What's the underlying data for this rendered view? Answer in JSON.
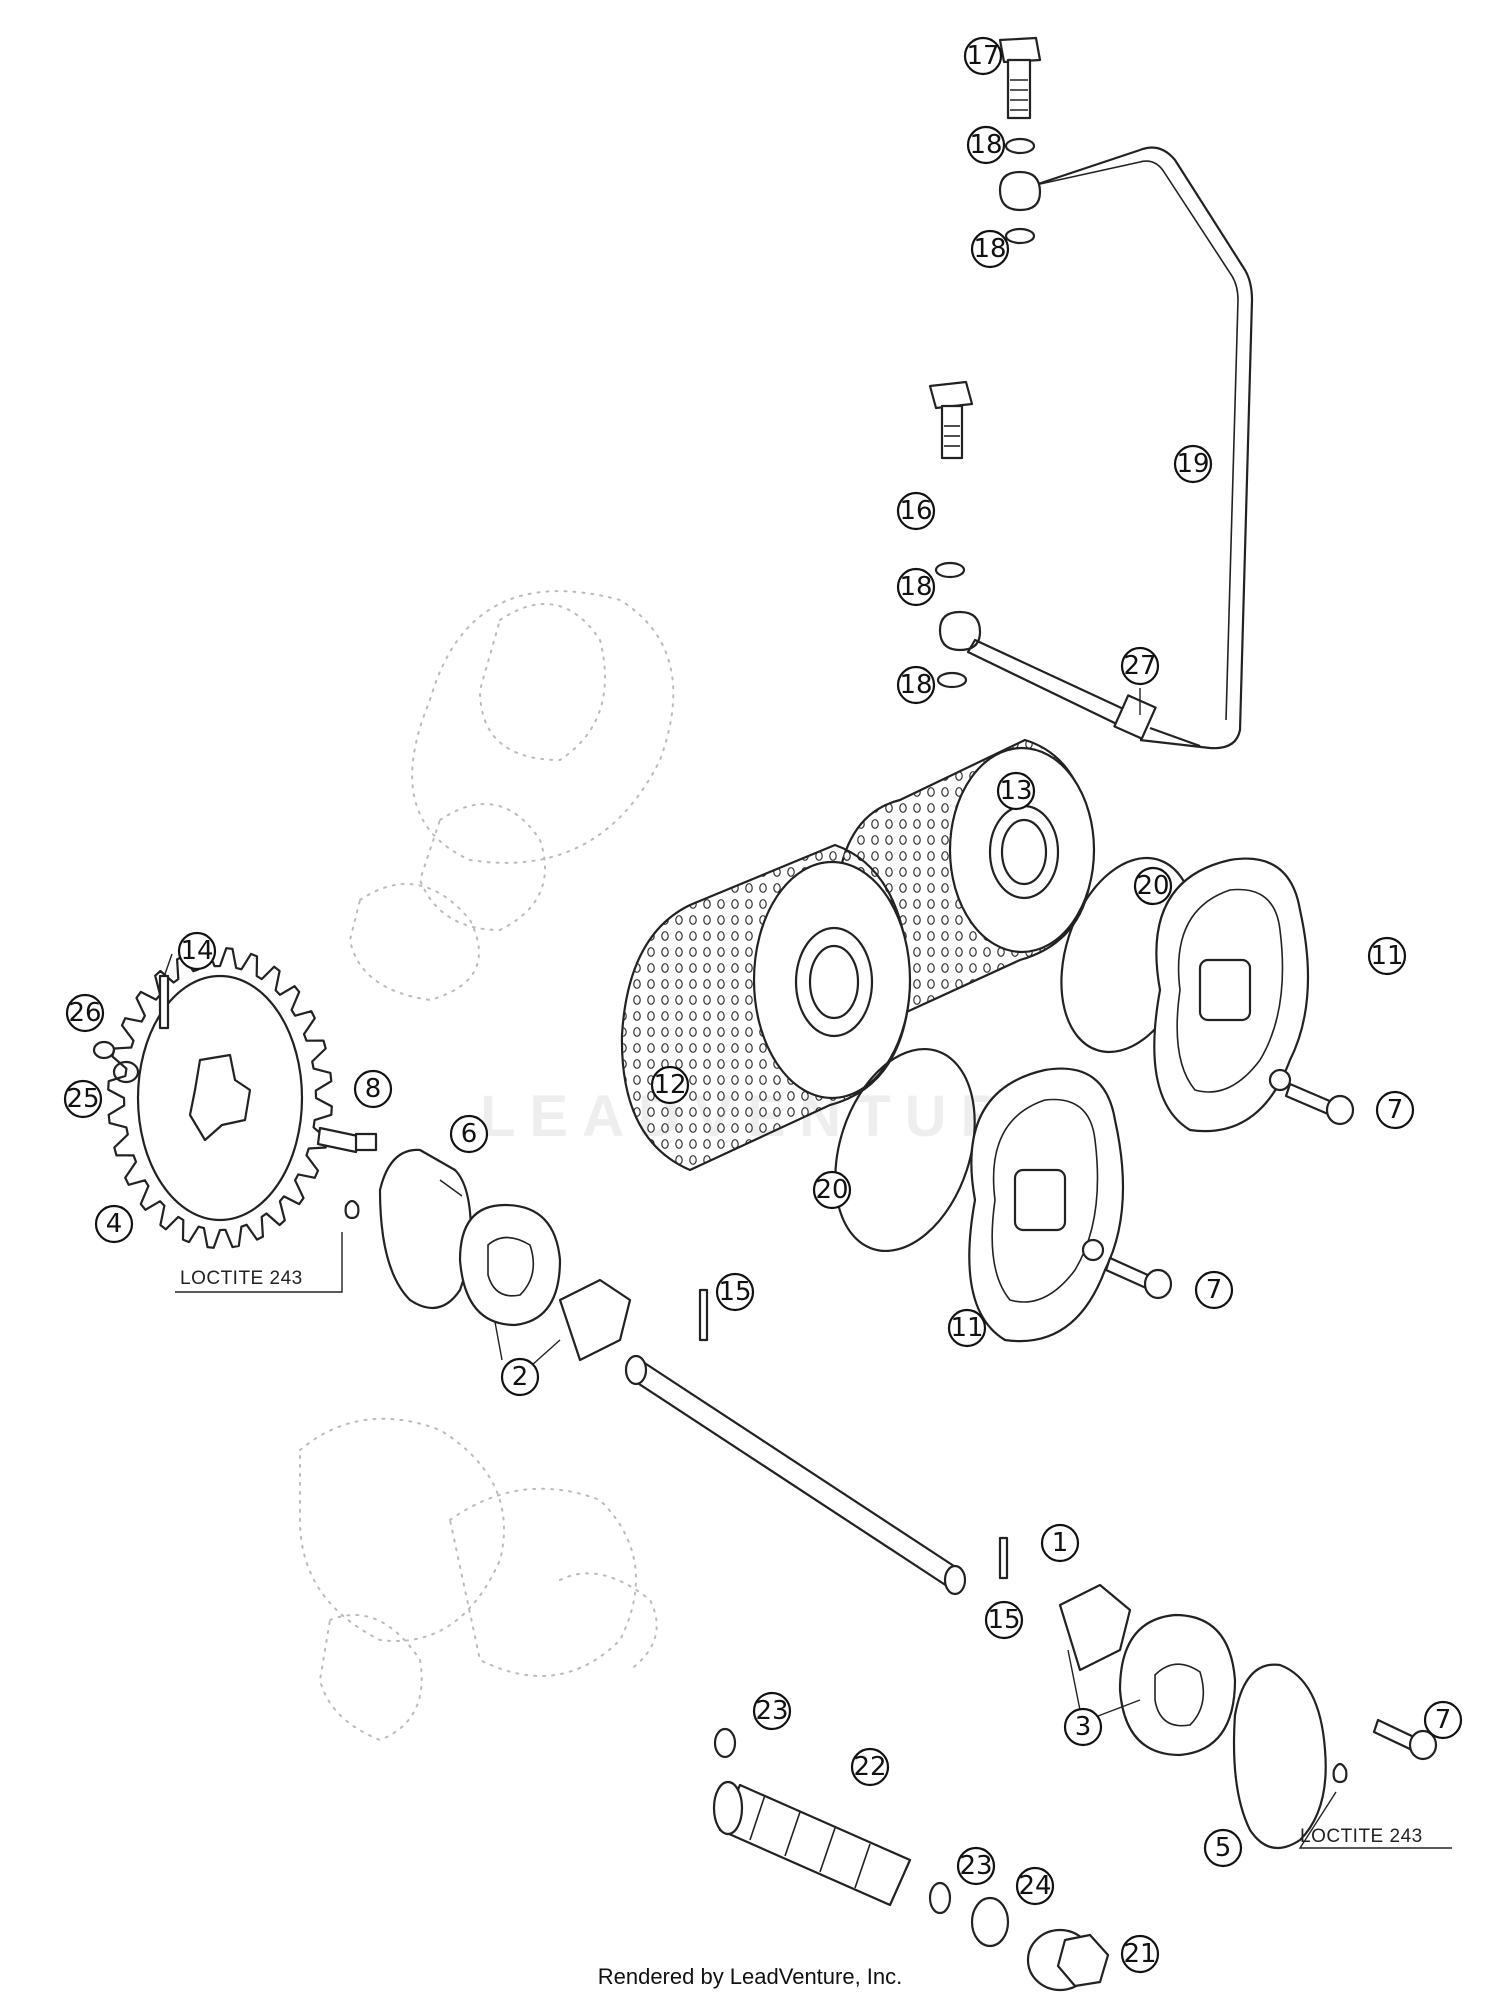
{
  "watermark": "LEADVENTURE",
  "footer": "Rendered by LeadVenture, Inc.",
  "notes": [
    "LOCTITE 243",
    "LOCTITE 243"
  ],
  "callouts": [
    "1",
    "2",
    "3",
    "4",
    "5",
    "6",
    "7",
    "7",
    "7",
    "8",
    "11",
    "11",
    "12",
    "13",
    "14",
    "15",
    "15",
    "16",
    "17",
    "18",
    "18",
    "18",
    "18",
    "19",
    "20",
    "20",
    "21",
    "22",
    "23",
    "23",
    "24",
    "25",
    "26",
    "27"
  ]
}
